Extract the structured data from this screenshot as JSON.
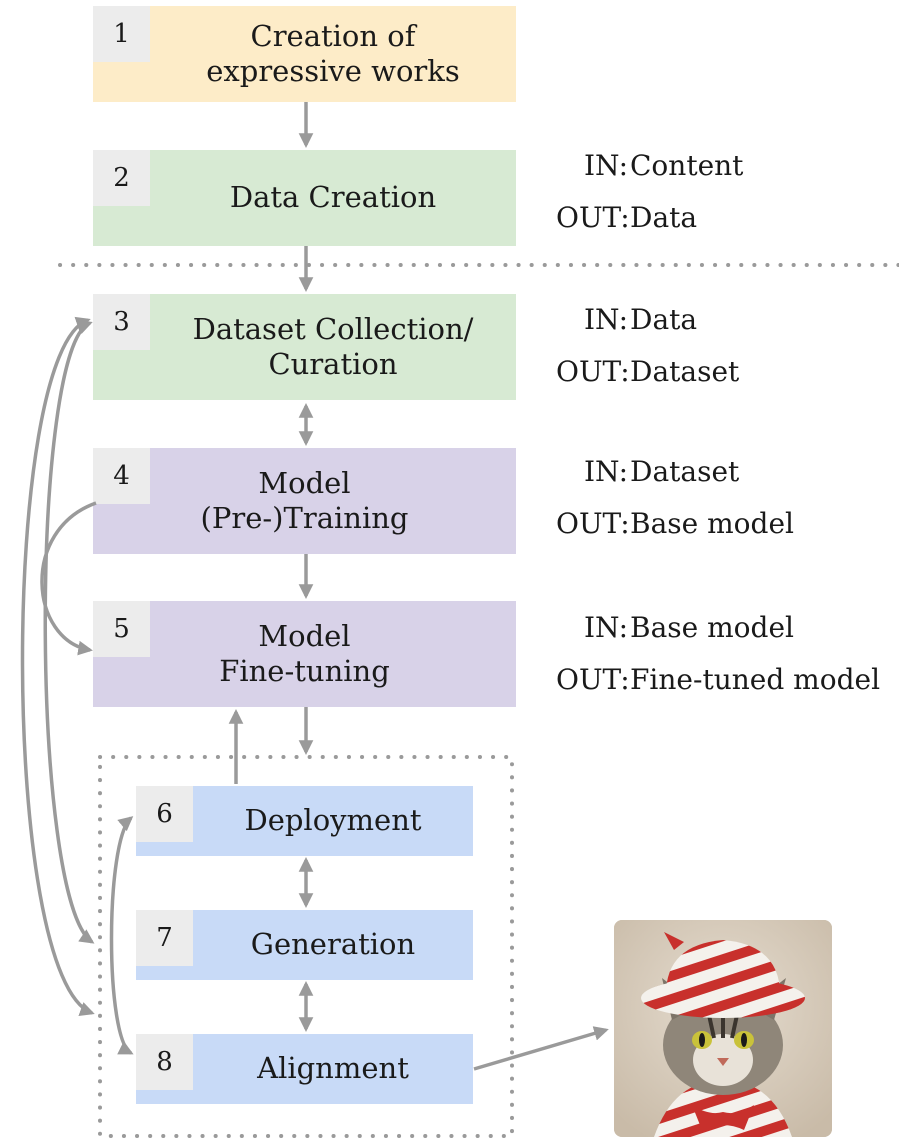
{
  "steps": [
    {
      "num": "1",
      "lines": [
        "Creation of",
        "expressive works"
      ]
    },
    {
      "num": "2",
      "lines": [
        "Data Creation"
      ]
    },
    {
      "num": "3",
      "lines": [
        "Dataset Collection/",
        "Curation"
      ]
    },
    {
      "num": "4",
      "lines": [
        "Model",
        "(Pre-)Training"
      ]
    },
    {
      "num": "5",
      "lines": [
        "Model",
        "Fine-tuning"
      ]
    },
    {
      "num": "6",
      "lines": [
        "Deployment"
      ]
    },
    {
      "num": "7",
      "lines": [
        "Generation"
      ]
    },
    {
      "num": "8",
      "lines": [
        "Alignment"
      ]
    }
  ],
  "io": [
    {
      "in_key": "IN:",
      "in_val": "Content",
      "out_key": "OUT:",
      "out_val": "Data"
    },
    {
      "in_key": "IN:",
      "in_val": "Data",
      "out_key": "OUT:",
      "out_val": "Dataset"
    },
    {
      "in_key": "IN:",
      "in_val": "Dataset",
      "out_key": "OUT:",
      "out_val": "Base model"
    },
    {
      "in_key": "IN:",
      "in_val": "Base model",
      "out_key": "OUT:",
      "out_val": "Fine-tuned model"
    }
  ],
  "colors": {
    "creation": "#fdecc8",
    "data": "#d7ead3",
    "model": "#d8d2e8",
    "deployment": "#c8daf7",
    "arrow": "#9a9a9a",
    "number_tab": "#ececec"
  },
  "image": {
    "subject": "cat-in-striped-hat-illustration"
  }
}
